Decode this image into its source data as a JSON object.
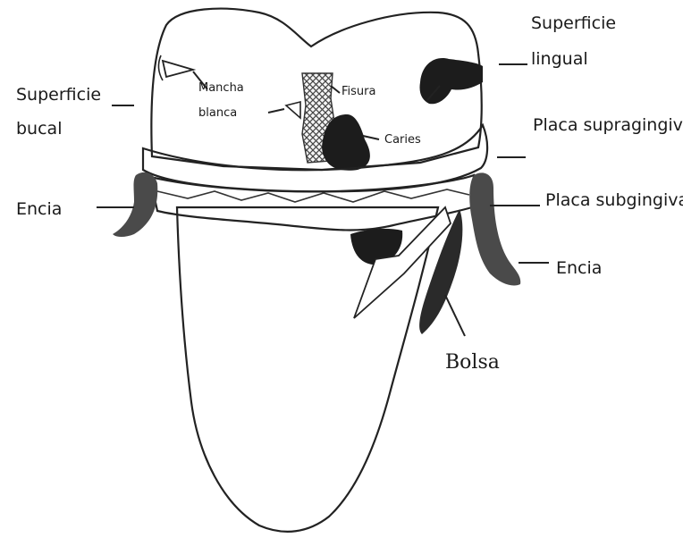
{
  "labels": {
    "superficie_lingual_1": "Superficie",
    "superficie_lingual_2": "lingual",
    "superficie_bucal_1": "Superficie",
    "superficie_bucal_2": "bucal",
    "mancha_1": "Mancha",
    "mancha_2": "blanca",
    "fisura": "Fisura",
    "caries": "Caries",
    "placa_supragingival": "Placa supragingival",
    "placa_subgingival": "Placa subgingival",
    "encia_left": "Encia",
    "encia_right": "Encia",
    "bolsa": "Bolsa"
  },
  "colors": {
    "outline": "#222222",
    "caries": "#1c1c1c",
    "plaque_band": "#d4d4d4",
    "root": "#eeeeee",
    "gum": "#4a4a4a"
  }
}
